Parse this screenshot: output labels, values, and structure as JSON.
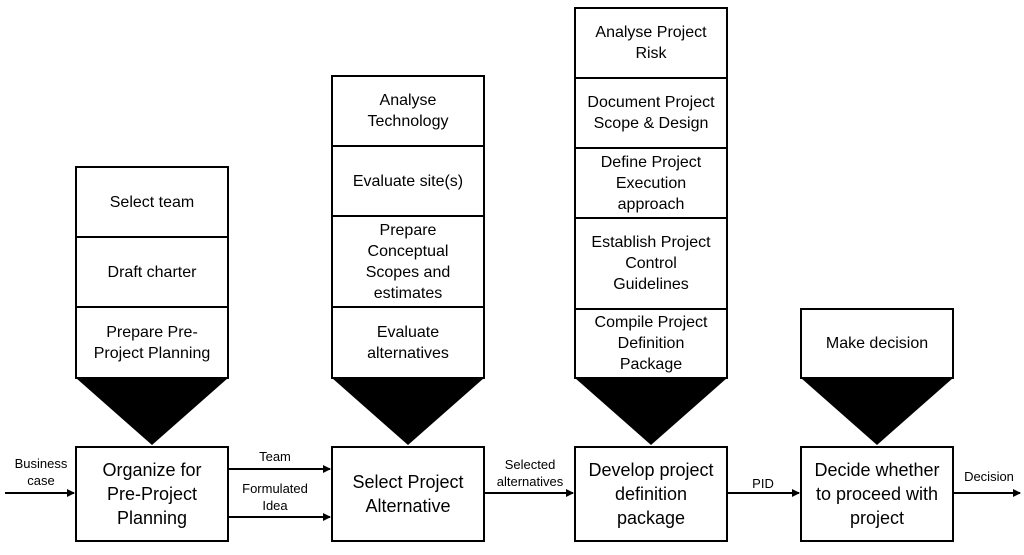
{
  "stages": [
    {
      "id": "organize",
      "title": "Organize for\nPre-Project\nPlanning",
      "activities": [
        "Select team",
        "Draft charter",
        "Prepare Pre-\nProject Planning"
      ]
    },
    {
      "id": "select",
      "title": "Select Project\nAlternative",
      "activities": [
        "Analyse\nTechnology",
        "Evaluate site(s)",
        "Prepare\nConceptual\nScopes and\nestimates",
        "Evaluate\nalternatives"
      ]
    },
    {
      "id": "develop",
      "title": "Develop project\ndefinition\npackage",
      "activities": [
        "Analyse Project\nRisk",
        "Document Project\nScope & Design",
        "Define Project\nExecution\napproach",
        "Establish Project\nControl\nGuidelines",
        "Compile Project\nDefinition\nPackage"
      ]
    },
    {
      "id": "decide",
      "title": "Decide whether\nto proceed with\nproject",
      "activities": [
        "Make decision"
      ]
    }
  ],
  "flows": {
    "input": "Business\ncase",
    "team": "Team",
    "formulated_idea": "Formulated\nIdea",
    "selected_alternatives": "Selected\nalternatives",
    "pid": "PID",
    "decision": "Decision"
  }
}
